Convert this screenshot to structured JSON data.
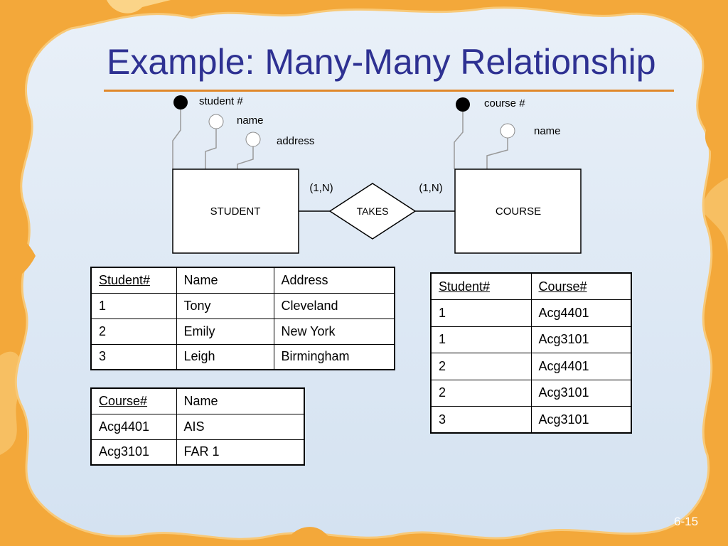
{
  "slide": {
    "title": "Example: Many-Many Relationship",
    "page_number": "6-15"
  },
  "er_diagram": {
    "entities": [
      {
        "id": "student",
        "label": "STUDENT"
      },
      {
        "id": "course",
        "label": "COURSE"
      }
    ],
    "relationship": {
      "label": "TAKES"
    },
    "cardinalities": {
      "student_side": "(1,N)",
      "course_side": "(1,N)"
    },
    "student_attributes": [
      {
        "label": "student #",
        "key": true
      },
      {
        "label": "name",
        "key": false
      },
      {
        "label": "address",
        "key": false
      }
    ],
    "course_attributes": [
      {
        "label": "course #",
        "key": true
      },
      {
        "label": "name",
        "key": false
      }
    ]
  },
  "tables": {
    "student": {
      "headers": [
        "Student#",
        "Name",
        "Address"
      ],
      "key_columns": [
        0
      ],
      "rows": [
        [
          "1",
          "Tony",
          "Cleveland"
        ],
        [
          "2",
          "Emily",
          "New York"
        ],
        [
          "3",
          "Leigh",
          "Birmingham"
        ]
      ]
    },
    "course": {
      "headers": [
        "Course#",
        "Name"
      ],
      "key_columns": [
        0
      ],
      "rows": [
        [
          "Acg4401",
          "AIS"
        ],
        [
          "Acg3101",
          "FAR 1"
        ]
      ]
    },
    "takes": {
      "headers": [
        "Student#",
        "Course#"
      ],
      "key_columns": [
        0,
        1
      ],
      "rows": [
        [
          "1",
          "Acg4401"
        ],
        [
          "1",
          "Acg3101"
        ],
        [
          "2",
          "Acg4401"
        ],
        [
          "2",
          "Acg3101"
        ],
        [
          "3",
          "Acg3101"
        ]
      ]
    }
  },
  "colors": {
    "title": "#2e3192",
    "rule": "#e0882a",
    "puzzle_frame": "#f3a83a",
    "panel": "#dde8f4"
  }
}
